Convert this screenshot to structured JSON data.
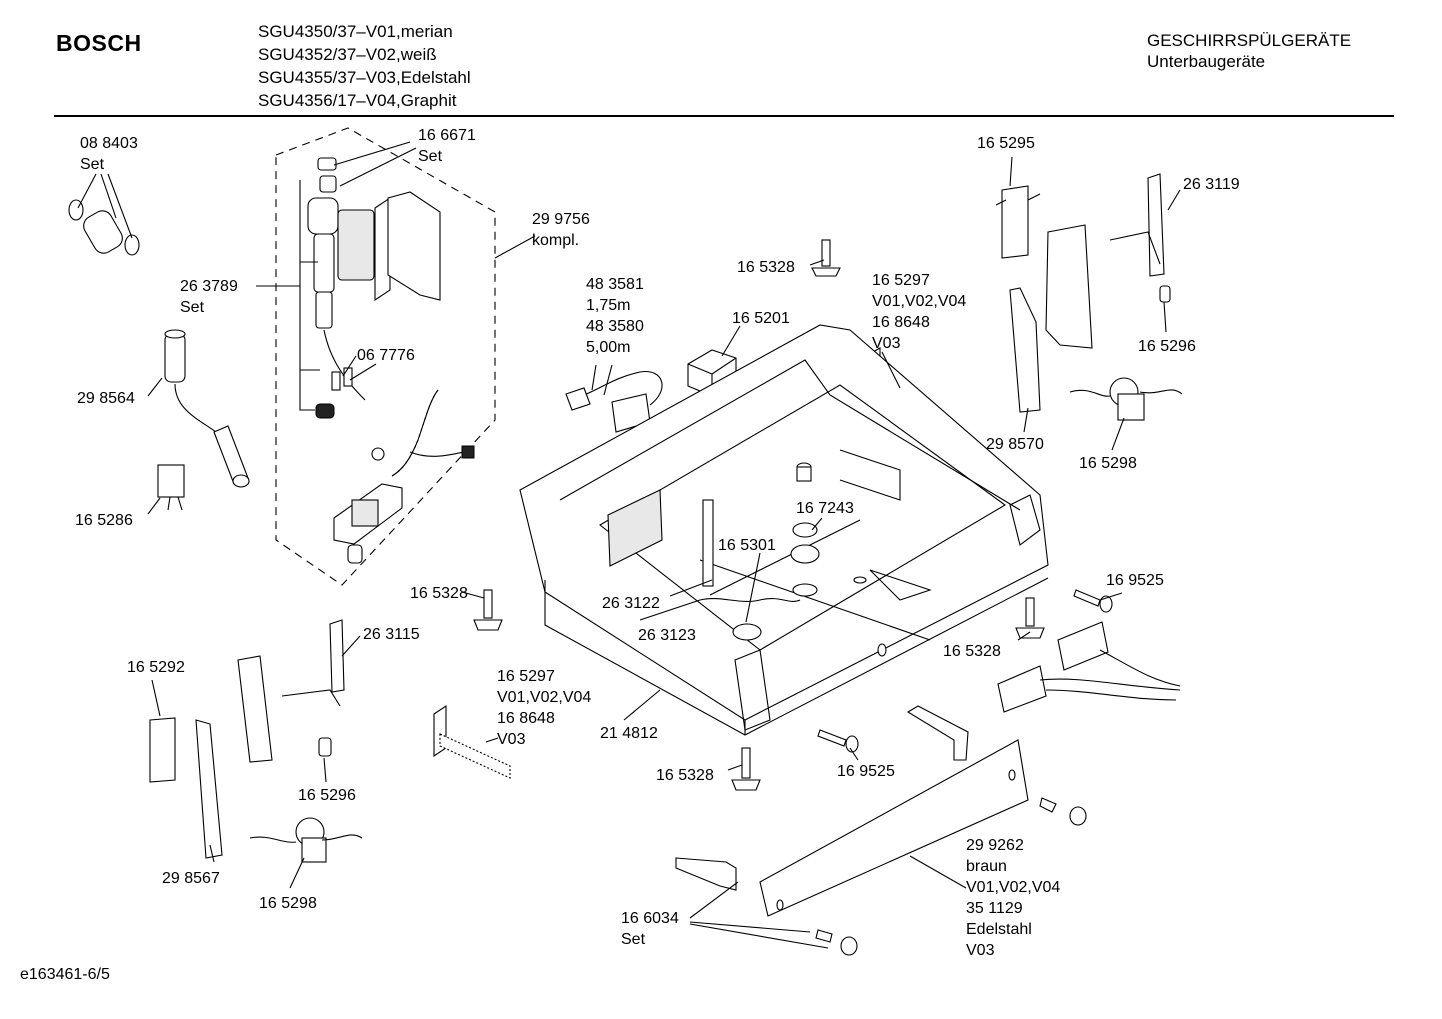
{
  "header": {
    "brand": "BOSCH",
    "models": [
      "SGU4350/37–V01,merian",
      "SGU4352/37–V02,weiß",
      "SGU4355/37–V03,Edelstahl",
      "SGU4356/17–V04,Graphit"
    ],
    "category": [
      "GESCHIRRSPÜLGERÄTE",
      "Unterbaugeräte"
    ]
  },
  "labels": {
    "l01": [
      "08 8403",
      "Set"
    ],
    "l02": [
      "16 6671",
      "Set"
    ],
    "l03": [
      "29 9756",
      "kompl."
    ],
    "l04": [
      "26 3789",
      "Set"
    ],
    "l05": [
      "06 7776"
    ],
    "l06": [
      "29 8564"
    ],
    "l07": [
      "16 5286"
    ],
    "l08": [
      "48 3581",
      "1,75m",
      "48 3580",
      "5,00m"
    ],
    "l09": [
      "16 5201"
    ],
    "l10": [
      "16 5328"
    ],
    "l11": [
      "16 5297",
      "V01,V02,V04",
      "16 8648",
      "V03"
    ],
    "l12": [
      "16 5295"
    ],
    "l13": [
      "26 3119"
    ],
    "l14": [
      "16 5296"
    ],
    "l15": [
      "29 8570"
    ],
    "l16": [
      "16 5298"
    ],
    "l17": [
      "16 7243"
    ],
    "l18": [
      "16 5301"
    ],
    "l19": [
      "26 3122"
    ],
    "l20": [
      "26 3123"
    ],
    "l21": [
      "16 5328"
    ],
    "l22": [
      "16 9525"
    ],
    "l23": [
      "16 5328"
    ],
    "l24": [
      "26 3115"
    ],
    "l25": [
      "16 5292"
    ],
    "l26": [
      "16 5296"
    ],
    "l27": [
      "29 8567"
    ],
    "l28": [
      "16 5298"
    ],
    "l29": [
      "16 5297",
      "V01,V02,V04",
      "16 8648",
      "V03"
    ],
    "l30": [
      "21 4812"
    ],
    "l31": [
      "16 5328"
    ],
    "l32": [
      "16 9525"
    ],
    "l33": [
      "29 9262",
      "braun",
      "V01,V02,V04",
      "35 1129",
      "Edelstahl",
      "V03"
    ],
    "l34": [
      "16 6034",
      "Set"
    ]
  },
  "footer": "e163461-6/5"
}
